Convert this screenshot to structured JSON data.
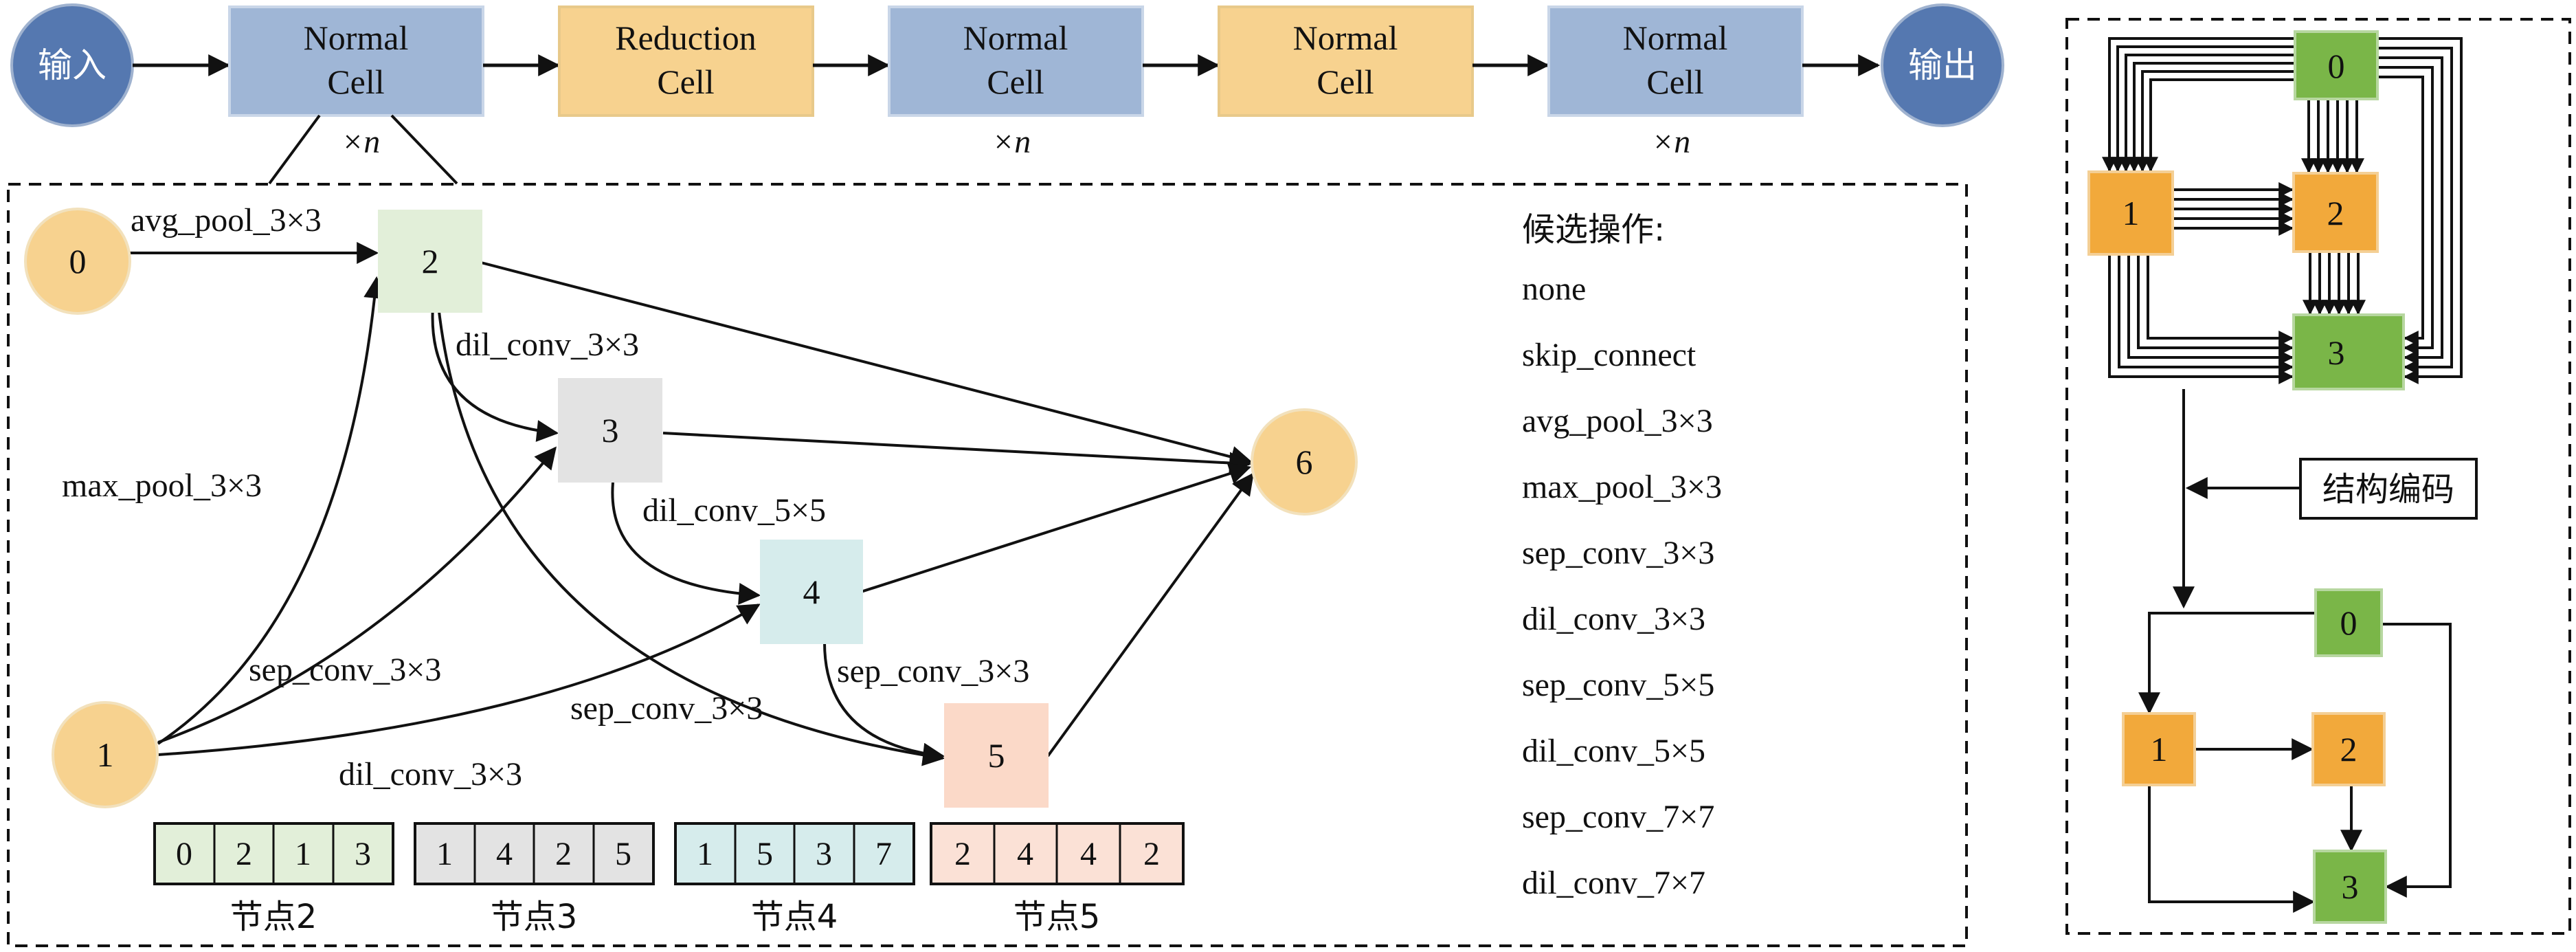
{
  "top_flow": {
    "input_label": "输入",
    "output_label": "输出",
    "cells": [
      {
        "line1": "Normal",
        "line2": "Cell",
        "repeat": "×n"
      },
      {
        "line1": "Reduction",
        "line2": "Cell",
        "repeat": ""
      },
      {
        "line1": "Normal",
        "line2": "Cell",
        "repeat": "×n"
      },
      {
        "line1": "Normal",
        "line2": "Cell",
        "repeat": ""
      },
      {
        "line1": "Normal",
        "line2": "Cell",
        "repeat": "×n"
      }
    ]
  },
  "cell_graph": {
    "nodes": {
      "n0": "0",
      "n1": "1",
      "n2": "2",
      "n3": "3",
      "n4": "4",
      "n5": "5",
      "n6": "6"
    },
    "edge_labels": {
      "avg_pool": "avg_pool_3×3",
      "max_pool": "max_pool_3×3",
      "dil_2_3": "dil_conv_3×3",
      "dil_3_4": "dil_conv_5×5",
      "sep_1_3": "sep_conv_3×3",
      "sep_2_5": "sep_conv_3×3",
      "sep_4_5": "sep_conv_3×3",
      "dil_1_4": "dil_conv_3×3"
    }
  },
  "candidate_ops": {
    "title": "候选操作:",
    "items": [
      "none",
      "skip_connect",
      "avg_pool_3×3",
      "max_pool_3×3",
      "sep_conv_3×3",
      "dil_conv_3×3",
      "sep_conv_5×5",
      "dil_conv_5×5",
      "sep_conv_7×7",
      "dil_conv_7×7"
    ]
  },
  "encoding": {
    "groups": [
      {
        "label": "节点2",
        "values": [
          "0",
          "2",
          "1",
          "3"
        ],
        "color": "#e2efd9"
      },
      {
        "label": "节点3",
        "values": [
          "1",
          "4",
          "2",
          "5"
        ],
        "color": "#e3e3e3"
      },
      {
        "label": "节点4",
        "values": [
          "1",
          "5",
          "3",
          "7"
        ],
        "color": "#d6ecec"
      },
      {
        "label": "节点5",
        "values": [
          "2",
          "4",
          "4",
          "2"
        ],
        "color": "#fbe1d6"
      }
    ]
  },
  "right_panel": {
    "dense_nodes": {
      "d0": "0",
      "d1": "1",
      "d2": "2",
      "d3": "3"
    },
    "encoding_label": "结构编码",
    "result_nodes": {
      "r0": "0",
      "r1": "1",
      "r2": "2",
      "r3": "3"
    }
  },
  "colors": {
    "normal_cell": "#9fb6d6",
    "reduction_cell": "#f7d28f",
    "io_circle": "#5578b0",
    "graph_circle": "#f7d28f",
    "green_node": "#7ab648",
    "orange_node": "#f2a93b"
  }
}
